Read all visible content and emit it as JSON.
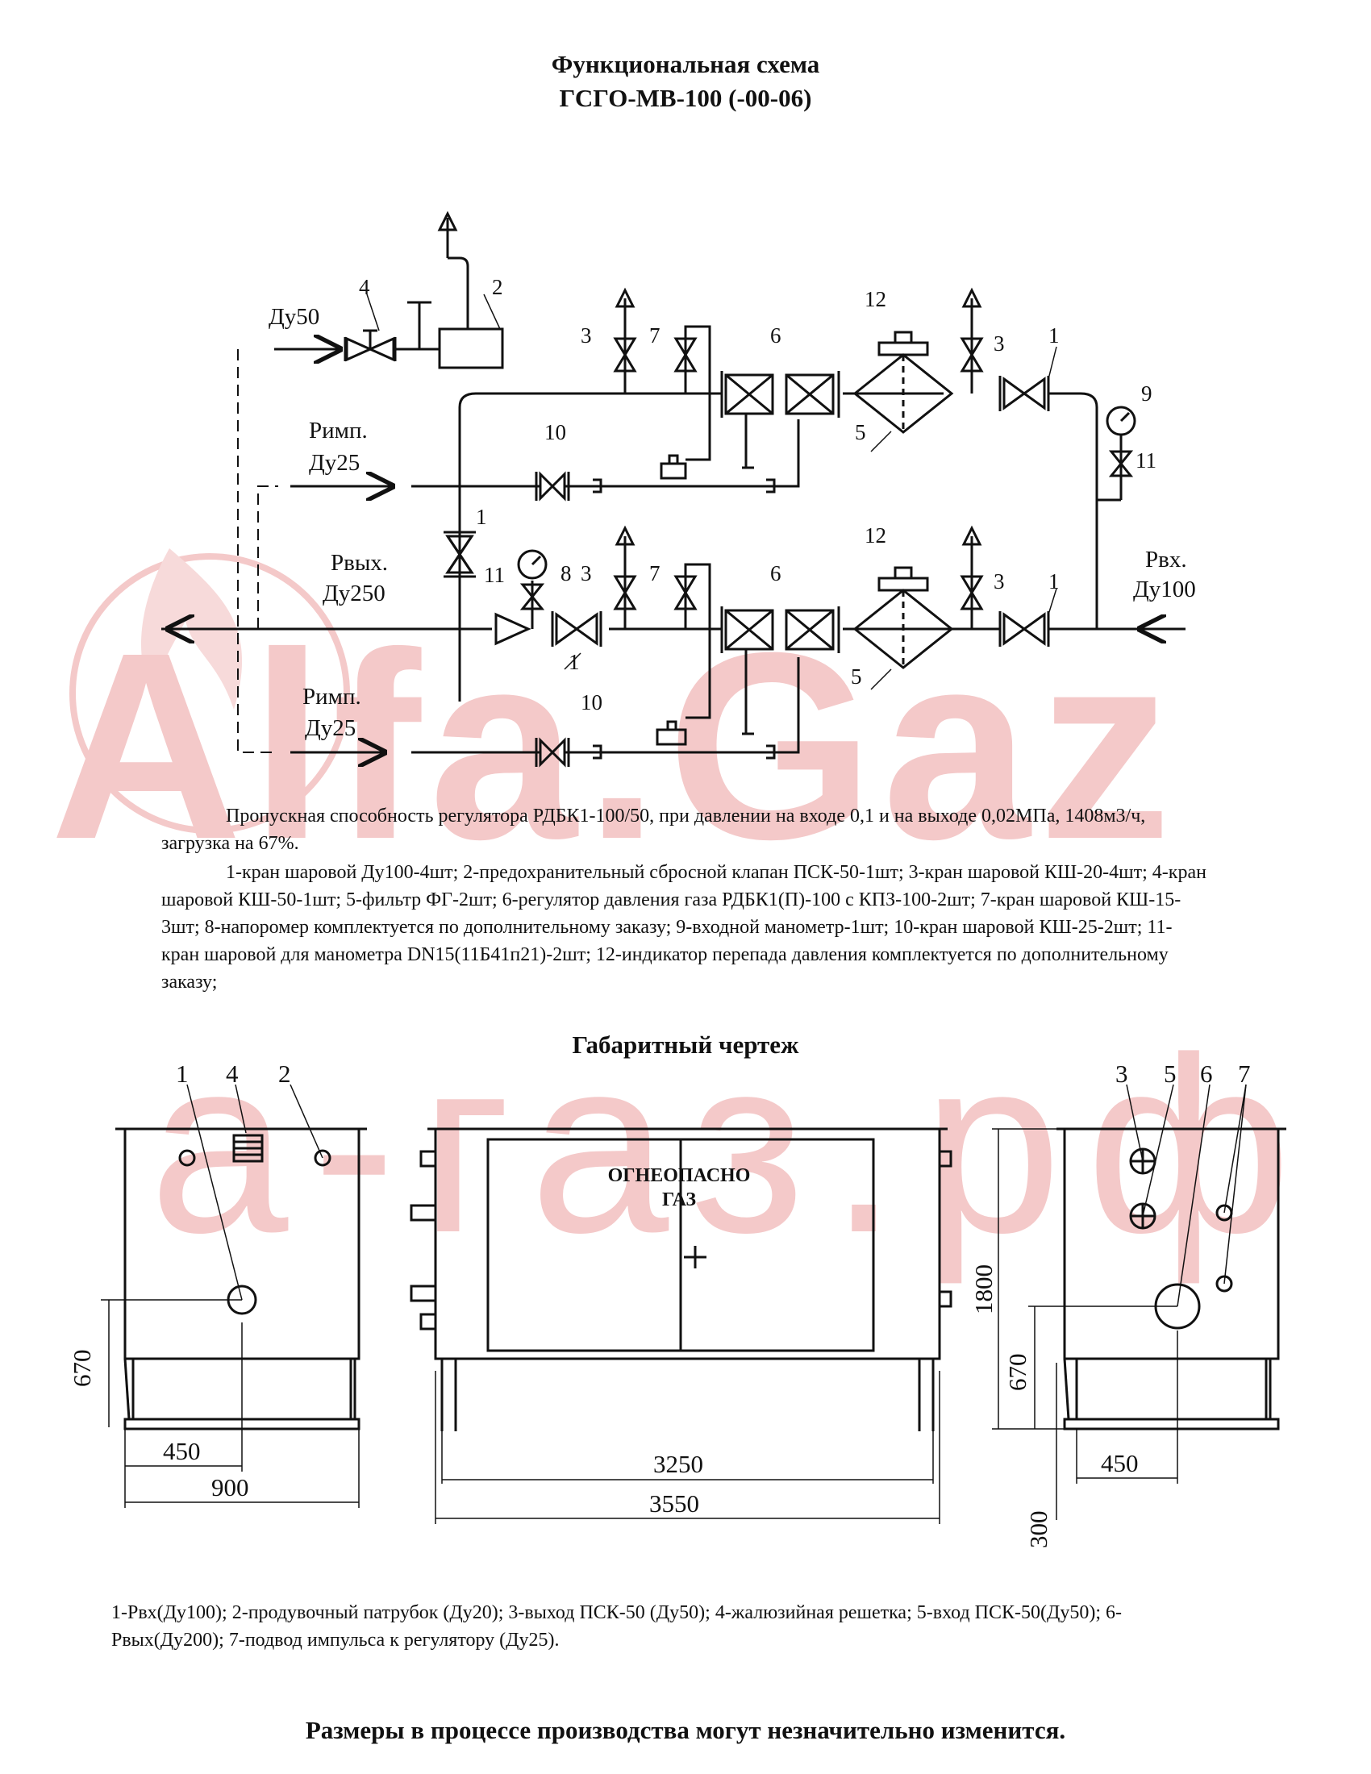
{
  "header": {
    "title_line1": "Функциональная схема",
    "title_line2": "ГСГО-МВ-100 (-00-06)"
  },
  "watermark": {
    "logo": "Alfa.Gaz",
    "domain": "а-газ.рф",
    "color": "#f4c9c9"
  },
  "schema": {
    "labels": {
      "du50": "Ду50",
      "rimp1": "Римп.",
      "rimp1_du": "Ду25",
      "rvyh": "Рвых.",
      "rvyh_du": "Ду250",
      "rimp2": "Римп.",
      "rimp2_du": "Ду25",
      "rvh": "Рвх.",
      "rvh_du": "Ду100"
    },
    "callouts": {
      "c1a": "1",
      "c1b": "1",
      "c1c": "1",
      "c1d": "1",
      "c2": "2",
      "c3a": "3",
      "c3b": "3",
      "c3c": "3",
      "c3d": "3",
      "c4": "4",
      "c5a": "5",
      "c5b": "5",
      "c6a": "6",
      "c6b": "6",
      "c7a": "7",
      "c7b": "7",
      "c8": "8",
      "c9": "9",
      "c10a": "10",
      "c10b": "10",
      "c11a": "11",
      "c11b": "11",
      "c12a": "12",
      "c12b": "12"
    }
  },
  "description": {
    "capacity": "Пропускная способность регулятора РДБК1-100/50, при давлении на входе 0,1 и на выходе 0,02МПа, 1408м3/ч, загрузка на 67%.",
    "components": "1-кран шаровой Ду100-4шт; 2-предохранительный сбросной клапан ПСК-50-1шт; 3-кран шаровой КШ-20-4шт; 4-кран шаровой КШ-50-1шт; 5-фильтр ФГ-2шт; 6-регулятор давления газа РДБК1(П)-100 с КПЗ-100-2шт; 7-кран шаровой КШ-15-3шт; 8-напоромер комплектуется по дополнительному заказу; 9-входной манометр-1шт; 10-кран шаровой КШ-25-2шт; 11-кран шаровой для манометра DN15(11Б41п21)-2шт; 12-индикатор перепада давления комплектуется по дополнительному заказу;"
  },
  "drawing": {
    "title": "Габаритный чертеж",
    "sign_line1": "ОГНЕОПАСНО",
    "sign_line2": "ГАЗ",
    "left_view": {
      "callout_1": "1",
      "callout_4": "4",
      "callout_2": "2",
      "dim_670": "670",
      "dim_450": "450",
      "dim_900": "900"
    },
    "front_view": {
      "dim_3250": "3250",
      "dim_3550": "3550"
    },
    "right_view": {
      "callout_3": "3",
      "callout_5": "5",
      "callout_6": "6",
      "callout_7": "7",
      "dim_1800": "1800",
      "dim_670": "670",
      "dim_450": "450",
      "dim_300": "300"
    }
  },
  "legend": "1-Рвх(Ду100); 2-продувочный патрубок (Ду20); 3-выход ПСК-50 (Ду50); 4-жалюзийная решетка; 5-вход ПСК-50(Ду50); 6-Рвых(Ду200); 7-подвод импульса к регулятору (Ду25).",
  "footer": "Размеры в процессе производства могут незначительно изменится."
}
